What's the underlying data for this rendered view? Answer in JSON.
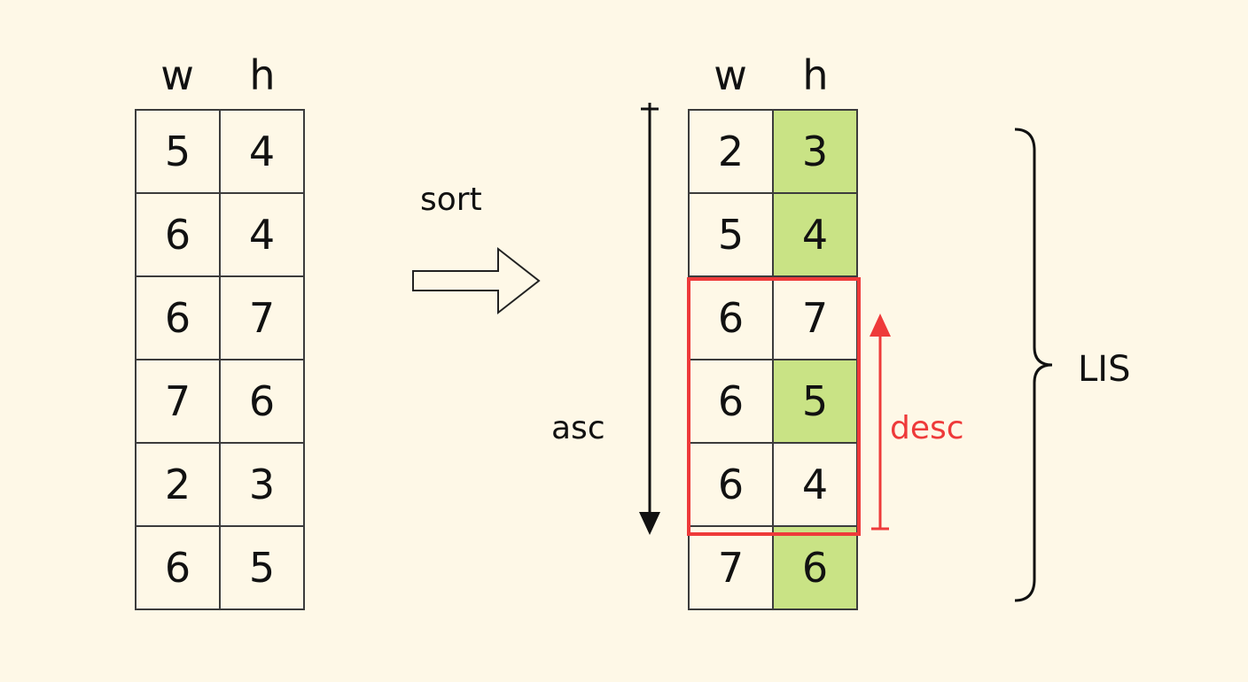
{
  "left_table": {
    "headers": [
      "w",
      "h"
    ],
    "rows": [
      [
        "5",
        "4"
      ],
      [
        "6",
        "4"
      ],
      [
        "6",
        "7"
      ],
      [
        "7",
        "6"
      ],
      [
        "2",
        "3"
      ],
      [
        "6",
        "5"
      ]
    ]
  },
  "right_table": {
    "headers": [
      "w",
      "h"
    ],
    "rows": [
      [
        "2",
        "3"
      ],
      [
        "5",
        "4"
      ],
      [
        "6",
        "7"
      ],
      [
        "6",
        "5"
      ],
      [
        "6",
        "4"
      ],
      [
        "7",
        "6"
      ]
    ],
    "highlighted_h_rows": [
      0,
      1,
      3,
      5
    ]
  },
  "labels": {
    "sort": "sort",
    "asc": "asc",
    "desc": "desc",
    "lis": "LIS"
  },
  "colors": {
    "background": "#fef8e7",
    "highlight": "#c9e385",
    "accent_red": "#ee3a3a",
    "border": "#3c3c3c"
  }
}
